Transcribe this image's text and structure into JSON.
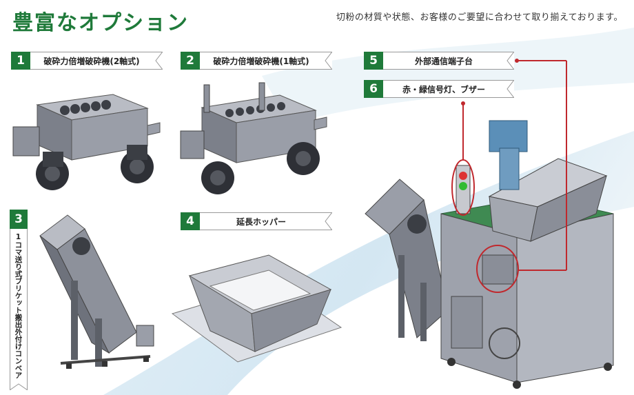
{
  "header": {
    "title": "豊富なオプション",
    "subtitle": "切粉の材質や状態、お客様のご要望に合わせて取り揃えております。"
  },
  "options": [
    {
      "number": "1",
      "label": "破砕力倍増破砕機(2軸式)"
    },
    {
      "number": "2",
      "label": "破砕力倍増破砕機(1軸式)"
    },
    {
      "number": "3",
      "label": "1コマ送り式ブリケット搬出外付けコンベア"
    },
    {
      "number": "4",
      "label": "延長ホッパー"
    },
    {
      "number": "5",
      "label": "外部通信端子台"
    },
    {
      "number": "6",
      "label": "赤・緑信号灯、ブザー"
    }
  ],
  "colors": {
    "accent_green": "#1f7a3a",
    "callout_red": "#c0282d",
    "machine_gray": "#8a8d96"
  }
}
